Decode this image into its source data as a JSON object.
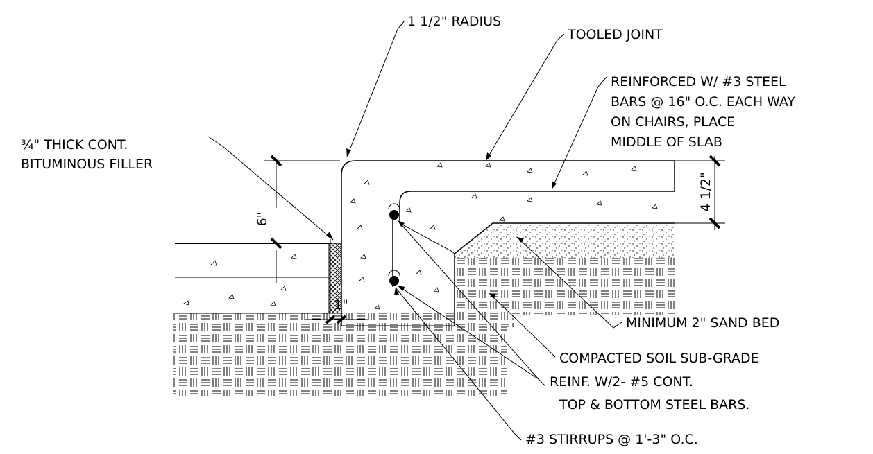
{
  "labels": {
    "radius": "1 1/2\" RADIUS",
    "tooled_joint": "TOOLED JOINT",
    "reinforced_1": "REINFORCED W/ #3 STEEL",
    "reinforced_2": "BARS @ 16\" O.C. EACH WAY",
    "reinforced_3": "ON CHAIRS, PLACE",
    "reinforced_4": "MIDDLE OF SLAB",
    "filler_1": "¾\" THICK CONT.",
    "filler_2": "BITUMINOUS FILLER",
    "sand_bed": "MINIMUM 2\" SAND BED",
    "soil": "COMPACTED SOIL SUB-GRADE",
    "reinf_bars_1": "REINF. W/2- #5 CONT.",
    "reinf_bars_2": "TOP & BOTTOM STEEL BARS.",
    "stirrups": "#3 STIRRUPS @ 1'-3\" O.C."
  },
  "dimensions": {
    "curb_height": "6\"",
    "slab_thickness": "4 1/2\"",
    "gap": "1\""
  }
}
